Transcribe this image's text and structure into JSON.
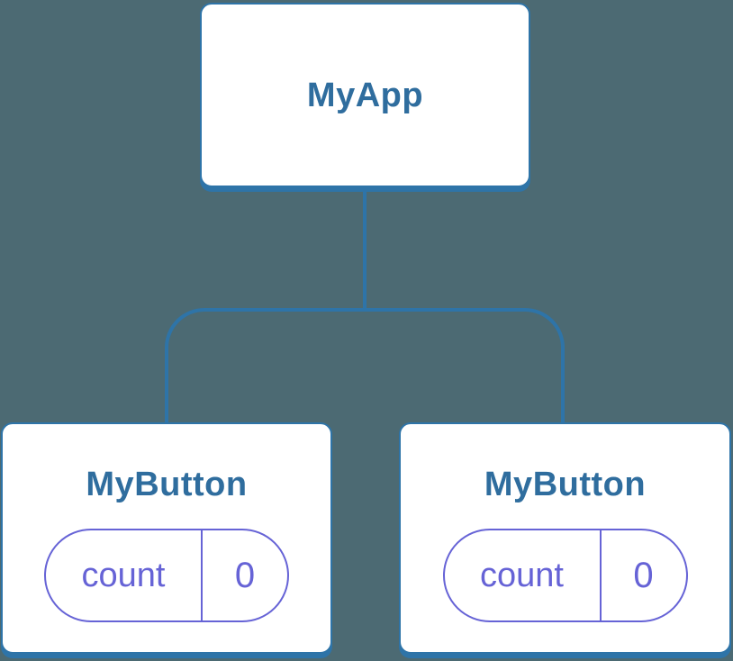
{
  "colors": {
    "background": "#4c6a73",
    "line-blue": "#2e74a8",
    "text-blue": "#2f6d9e",
    "purple": "#6663d6"
  },
  "tree": {
    "root": {
      "label": "MyApp"
    },
    "children": [
      {
        "label": "MyButton",
        "state": {
          "key": "count",
          "value": "0"
        }
      },
      {
        "label": "MyButton",
        "state": {
          "key": "count",
          "value": "0"
        }
      }
    ]
  }
}
